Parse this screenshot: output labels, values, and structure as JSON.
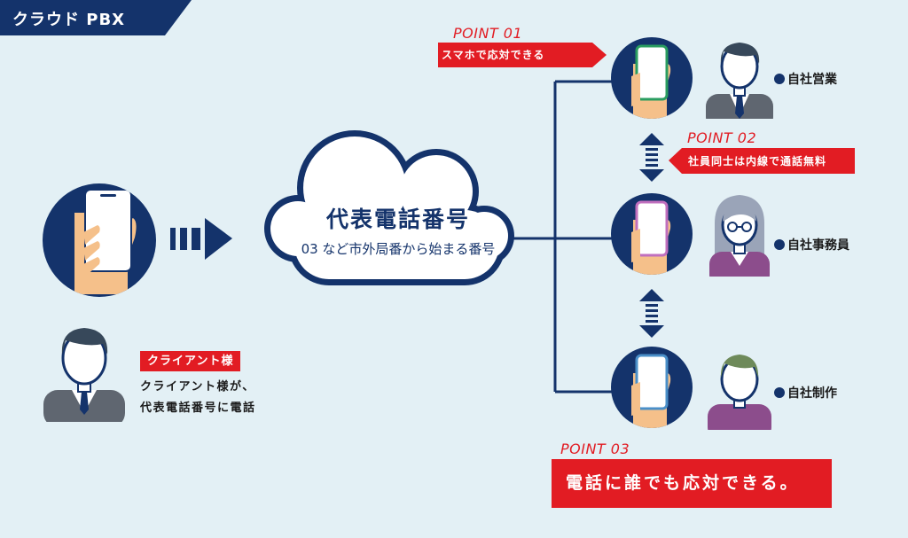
{
  "banner": {
    "title": "クラウド PBX"
  },
  "cloud": {
    "title": "代表電話番号",
    "subtitle": "03 など市外局番から始まる番号"
  },
  "client": {
    "tag": "クライアント様",
    "description_lines": [
      "クライアント様が、",
      "代表電話番号に電話"
    ]
  },
  "staff": [
    {
      "label": "自社営業"
    },
    {
      "label": "自社事務員"
    },
    {
      "label": "自社制作"
    }
  ],
  "points": [
    {
      "title": "POINT 01",
      "text": "スマホで応対できる"
    },
    {
      "title": "POINT 02",
      "text": "社員同士は内線で通話無料"
    },
    {
      "title": "POINT 03",
      "text": "電話に誰でも応対できる。"
    }
  ],
  "colors": {
    "navy": "#14336b",
    "red": "#e21c23",
    "background": "#e3f0f5",
    "skin": "#f5c08a"
  }
}
